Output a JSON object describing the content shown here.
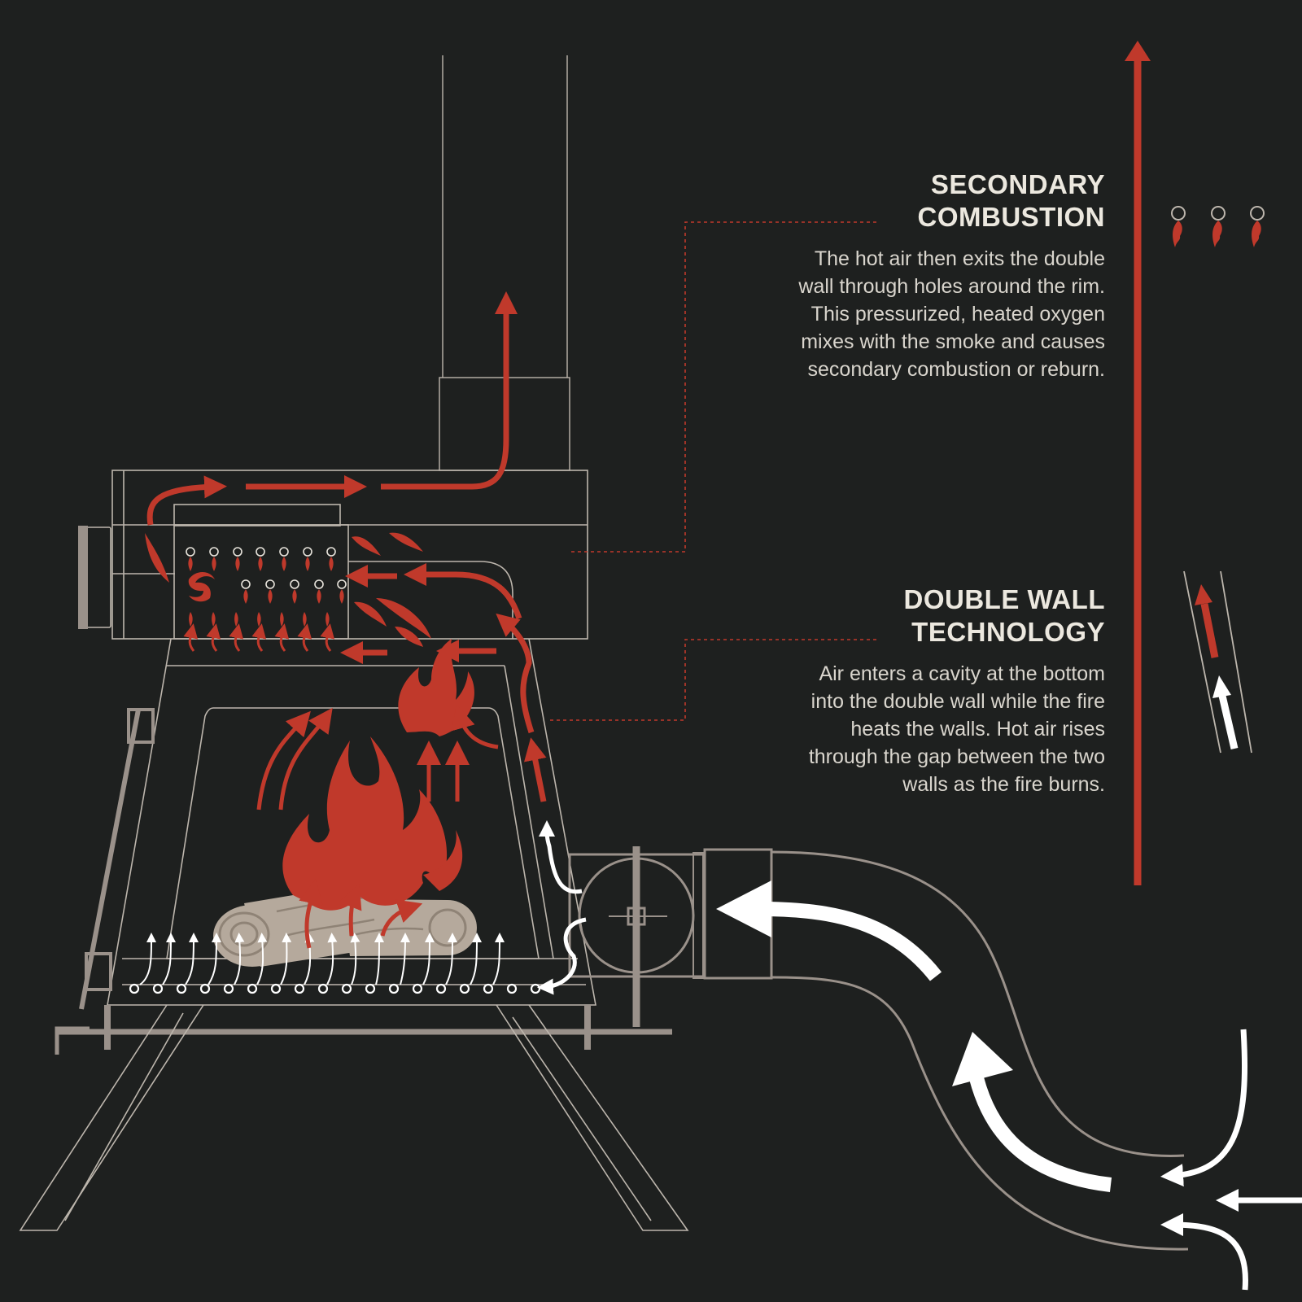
{
  "colors": {
    "background": "#1e201f",
    "flow_hot": "#c0392b",
    "flow_cold": "#ffffff",
    "stove_outline": "#bdb6ad",
    "pipe_outline": "#9a918a",
    "log_fill": "#b5a99c",
    "text": "#d9d5cd"
  },
  "callouts": {
    "secondary": {
      "title_lines": [
        "SECONDARY",
        "COMBUSTION"
      ],
      "body_lines": [
        "The hot air then exits the double",
        "wall through holes around the rim.",
        "This pressurized, heated oxygen",
        "mixes with the smoke and causes",
        "secondary combustion or reburn."
      ],
      "icon": "flame-jets-icon"
    },
    "double_wall": {
      "title_lines": [
        "DOUBLE WALL",
        "TECHNOLOGY"
      ],
      "body_lines": [
        "Air enters a cavity at the bottom",
        "into the double wall while the fire",
        "heats the walls. Hot air rises",
        "through the gap between the two",
        "walls as the fire burns."
      ],
      "icon": "double-wall-airflow-icon"
    }
  },
  "icons": [
    "stove-outline",
    "chimney-pipe",
    "fire-icon",
    "logs-icon",
    "air-intake-pipe",
    "hot-air-arrow",
    "cold-air-arrow"
  ]
}
